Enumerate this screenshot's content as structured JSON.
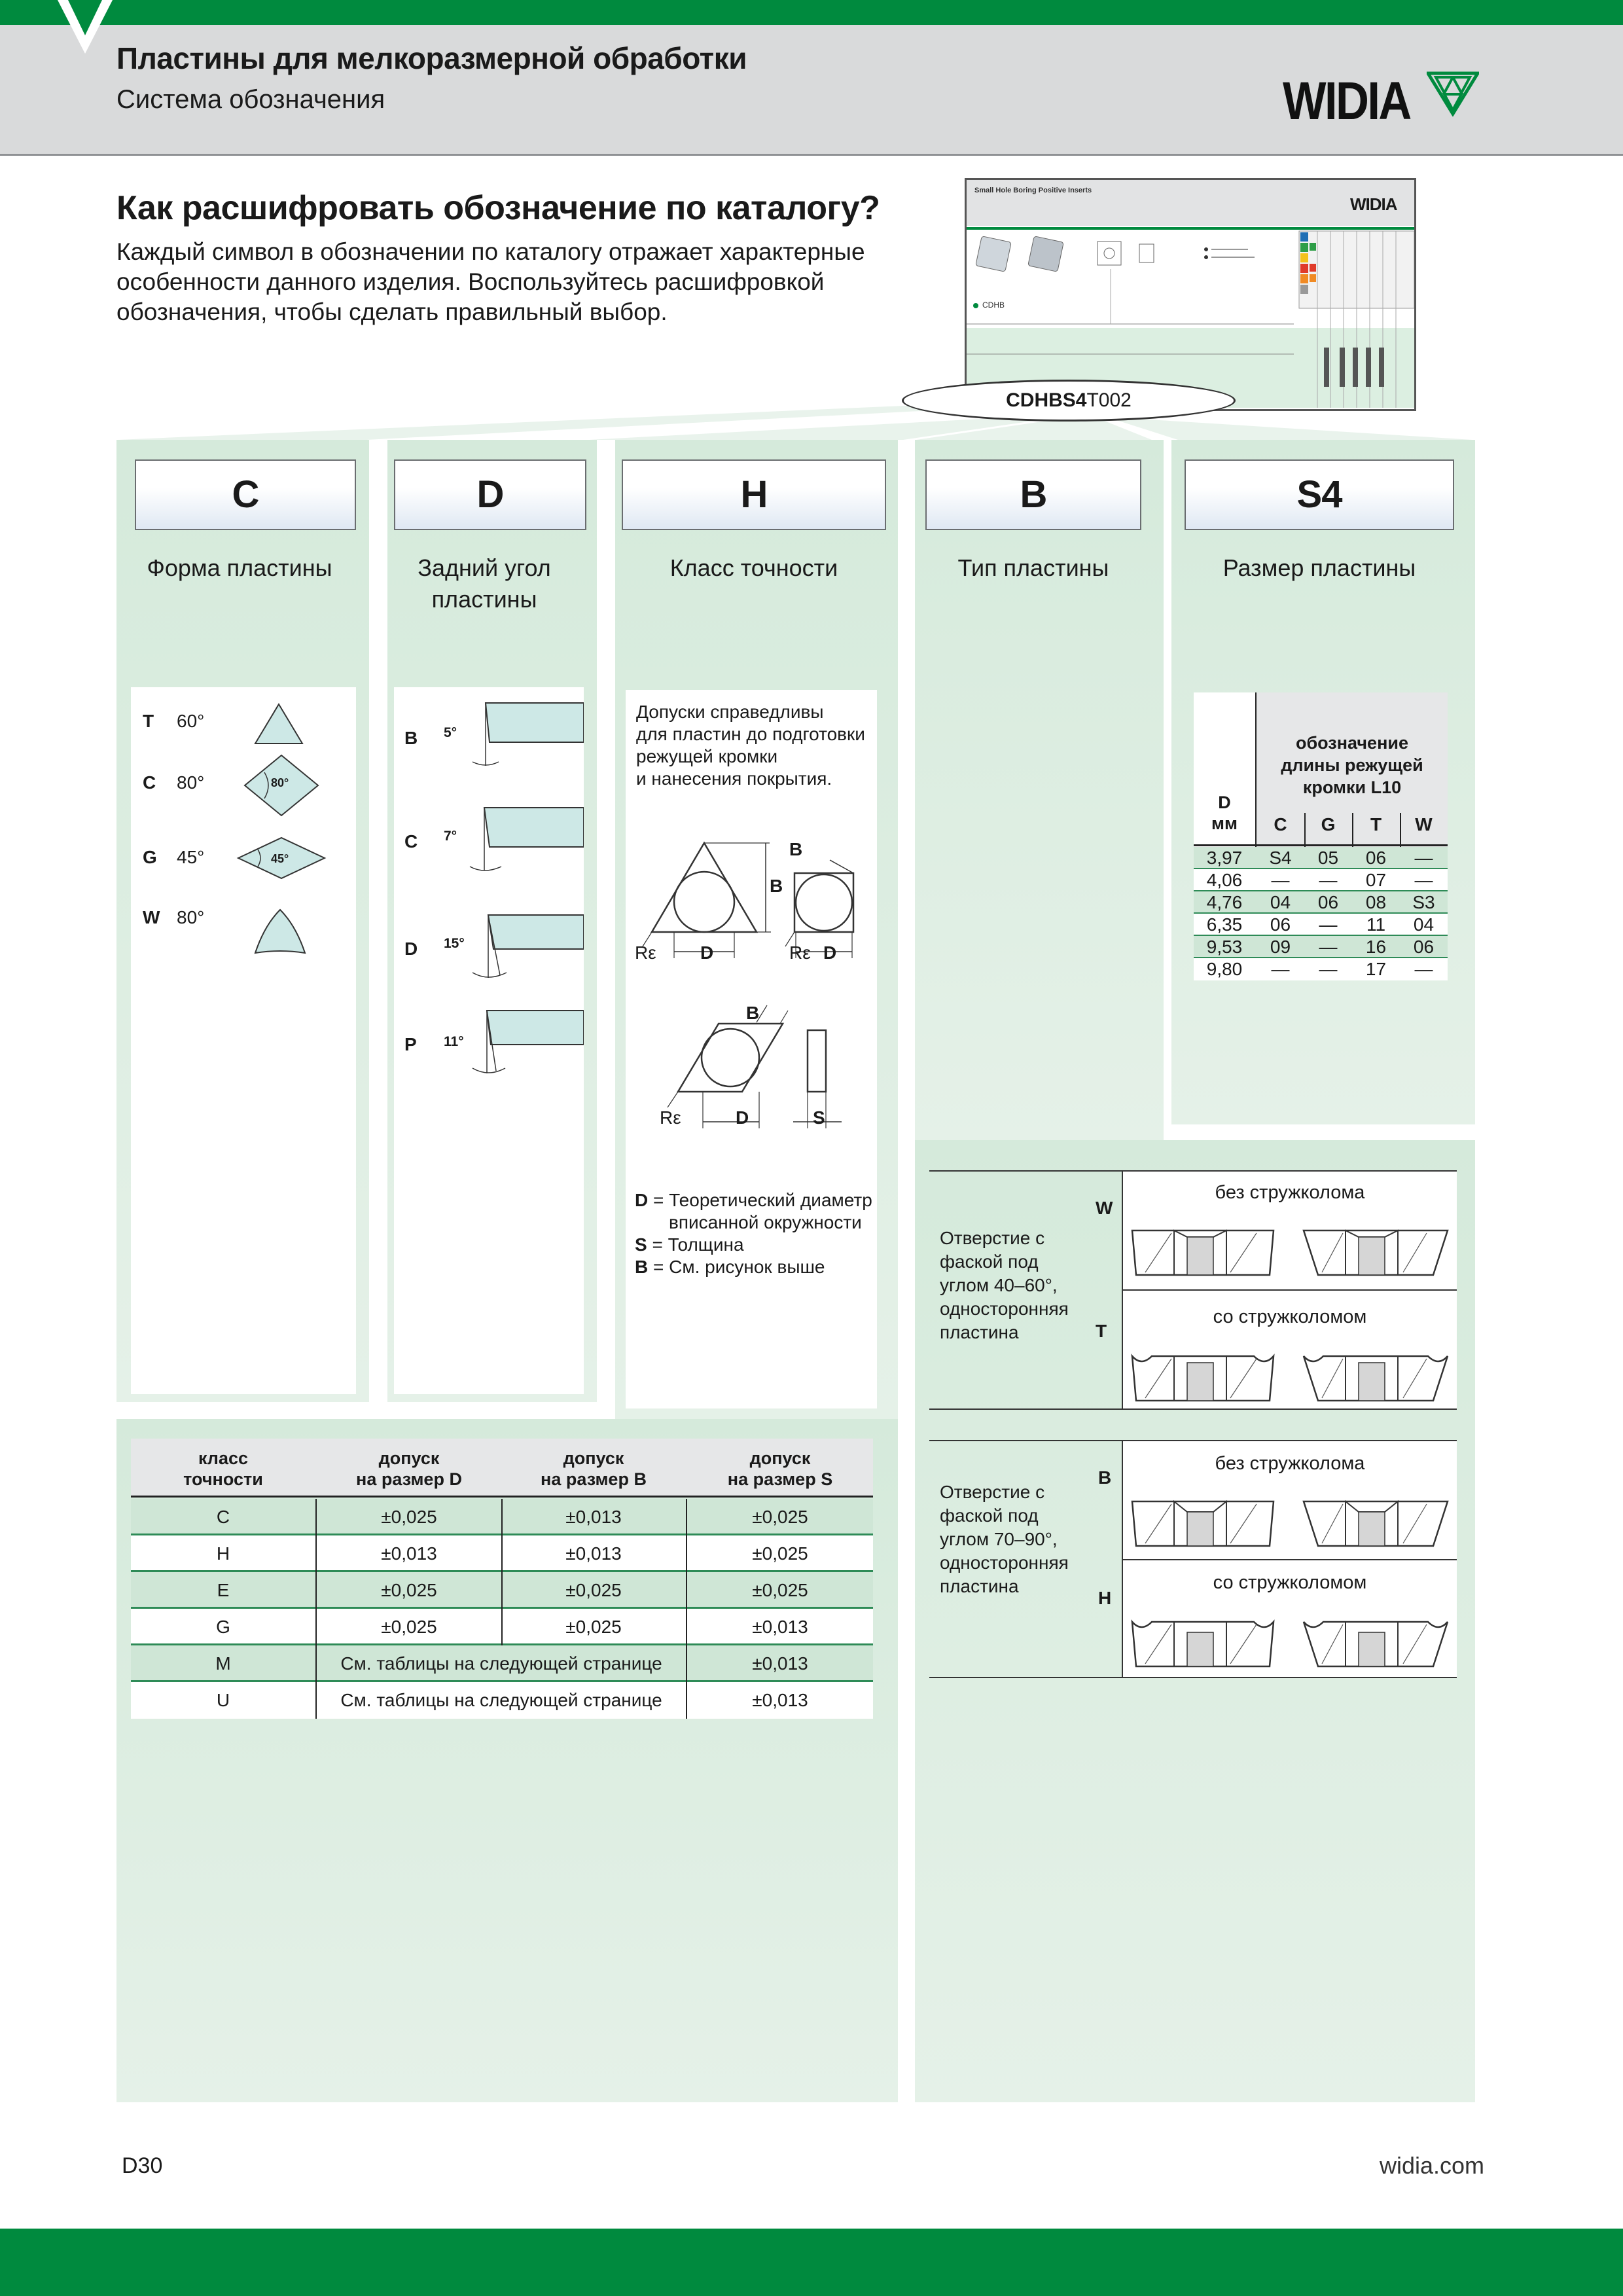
{
  "header": {
    "title": "Пластины для мелкоразмерной обработки",
    "subtitle": "Система обозначения",
    "logo": "WIDIA",
    "colors": {
      "brand_green": "#008a3e",
      "header_gray": "#d9dadb",
      "panel_green": "#d5eadb"
    }
  },
  "intro": {
    "heading": "Как расшифровать обозначение по каталогу?",
    "text": "Каждый символ в обозначении по каталогу отражает характерные особенности данного изделия. Воспользуйтесь расшифровкой обозначения, чтобы сделать правильный выбор."
  },
  "catalog_thumb": {
    "title": "Small Hole Boring Positive Inserts",
    "logo": "WIDIA",
    "label": "CDHB",
    "code_bold": "CDHBS4",
    "code_rest": "T002"
  },
  "columns": {
    "c": {
      "code": "C",
      "title": "Форма пластины"
    },
    "d": {
      "code": "D",
      "title": "Задний угол пластины"
    },
    "h": {
      "code": "H",
      "title": "Класс точности"
    },
    "b": {
      "code": "B",
      "title": "Тип пластины"
    },
    "s4": {
      "code": "S4",
      "title": "Размер пластины"
    }
  },
  "shapes": [
    {
      "letter": "T",
      "angle": "60°"
    },
    {
      "letter": "C",
      "angle": "80°",
      "inner": "80°"
    },
    {
      "letter": "G",
      "angle": "45°",
      "inner": "45°"
    },
    {
      "letter": "W",
      "angle": "80°"
    }
  ],
  "clearance": [
    {
      "letter": "B",
      "angle": "5°"
    },
    {
      "letter": "C",
      "angle": "7°"
    },
    {
      "letter": "D",
      "angle": "15°"
    },
    {
      "letter": "P",
      "angle": "11°"
    }
  ],
  "tolerance_panel": {
    "note_1": "Допуски справедливы",
    "note_2": "для пластин до подготовки",
    "note_3": "режущей кромки",
    "note_4": "и нанесения покрытия.",
    "labels": {
      "re": "Rε",
      "d": "D",
      "b": "B",
      "s": "S"
    },
    "legend": [
      {
        "key": "D",
        "text": "= Теоретический диаметр"
      },
      {
        "key": "",
        "text": "вписанной окружности"
      },
      {
        "key": "S",
        "text": "= Толщина"
      },
      {
        "key": "B",
        "text": "= См. рисунок выше"
      }
    ]
  },
  "size_table": {
    "header_d_1": "D",
    "header_d_2": "мм",
    "header_group_1": "обозначение",
    "header_group_2": "длины режущей",
    "header_group_3": "кромки L10",
    "cols": [
      "C",
      "G",
      "T",
      "W"
    ],
    "rows": [
      [
        "3,97",
        "S4",
        "05",
        "06",
        "—"
      ],
      [
        "4,06",
        "—",
        "—",
        "07",
        "—"
      ],
      [
        "4,76",
        "04",
        "06",
        "08",
        "S3"
      ],
      [
        "6,35",
        "06",
        "—",
        "11",
        "04"
      ],
      [
        "9,53",
        "09",
        "—",
        "16",
        "06"
      ],
      [
        "9,80",
        "—",
        "—",
        "17",
        "—"
      ]
    ]
  },
  "insert_types": [
    {
      "desc_1": "Отверстие с",
      "desc_2": "фаской под",
      "desc_3": "углом 40–60°,",
      "desc_4": "односторонняя",
      "desc_5": "пластина",
      "top_letter": "W",
      "top_label": "без стружколома",
      "bottom_letter": "T",
      "bottom_label": "со стружколомом"
    },
    {
      "desc_1": "Отверстие с",
      "desc_2": "фаской под",
      "desc_3": "углом 70–90°,",
      "desc_4": "односторонняя",
      "desc_5": "пластина",
      "top_letter": "B",
      "top_label": "без стружколома",
      "bottom_letter": "H",
      "bottom_label": "со стружколомом"
    }
  ],
  "tolerance_table": {
    "headers": [
      [
        "класс",
        "точности"
      ],
      [
        "допуск",
        "на размер D"
      ],
      [
        "допуск",
        "на размер B"
      ],
      [
        "допуск",
        "на размер S"
      ]
    ],
    "rows": [
      [
        "C",
        "±0,025",
        "±0,013",
        "±0,025"
      ],
      [
        "H",
        "±0,013",
        "±0,013",
        "±0,025"
      ],
      [
        "E",
        "±0,025",
        "±0,025",
        "±0,025"
      ],
      [
        "G",
        "±0,025",
        "±0,025",
        "±0,013"
      ],
      [
        "M",
        "См. таблицы на следующей странице",
        "",
        "±0,013"
      ],
      [
        "U",
        "См. таблицы на следующей странице",
        "",
        "±0,013"
      ]
    ]
  },
  "footer": {
    "page": "D30",
    "site": "widia.com"
  }
}
